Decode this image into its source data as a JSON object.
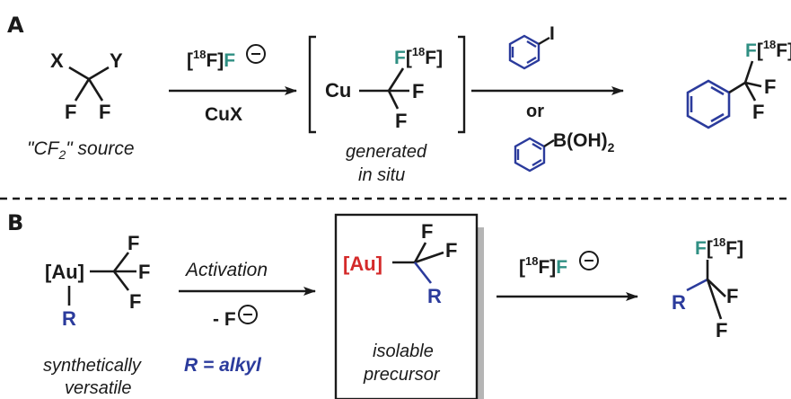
{
  "panel_a": {
    "label": "A",
    "source": {
      "x": "X",
      "y": "Y",
      "f1": "F",
      "f2": "F",
      "caption_pre": "\"CF",
      "caption_sub": "2",
      "caption_post": "\" source"
    },
    "arrow1": {
      "reagent_top_pre": "[",
      "reagent_top_sup": "18",
      "reagent_top_post": "F]",
      "reagent_top_f": "F",
      "reagent_bottom": "CuX"
    },
    "intermediate": {
      "cu": "Cu",
      "f_green": "F",
      "f_label_pre": "[",
      "f_label_sup": "18",
      "f_label_post": "F]",
      "f1": "F",
      "f2": "F",
      "caption_line1": "generated",
      "caption_line2": "in situ"
    },
    "arrow2": {
      "iodo": "I",
      "or": "or",
      "boronic": "B(OH)",
      "boronic_sub": "2"
    },
    "product": {
      "f_green": "F",
      "f_label_pre": "[",
      "f_label_sup": "18",
      "f_label_post": "F]",
      "f1": "F",
      "f2": "F"
    }
  },
  "panel_b": {
    "label": "B",
    "start": {
      "au": "[Au]",
      "r": "R",
      "f1": "F",
      "f2": "F",
      "f3": "F",
      "caption_line1": "synthetically",
      "caption_line2": "versatile"
    },
    "arrow1": {
      "top": "Activation",
      "bottom": "- F",
      "note": "R = alkyl"
    },
    "precursor": {
      "au": "[Au]",
      "r": "R",
      "f1": "F",
      "f2": "F",
      "caption_line1": "isolable",
      "caption_line2": "precursor"
    },
    "arrow2": {
      "reagent_pre": "[",
      "reagent_sup": "18",
      "reagent_post": "F]",
      "reagent_f": "F"
    },
    "product": {
      "f_green": "F",
      "f_label_pre": "[",
      "f_label_sup": "18",
      "f_label_post": "F]",
      "r": "R",
      "f1": "F",
      "f2": "F"
    }
  },
  "colors": {
    "green": "#2f8f83",
    "blue": "#2b3b9c",
    "red": "#d42a2a",
    "black": "#1a1a1a"
  }
}
